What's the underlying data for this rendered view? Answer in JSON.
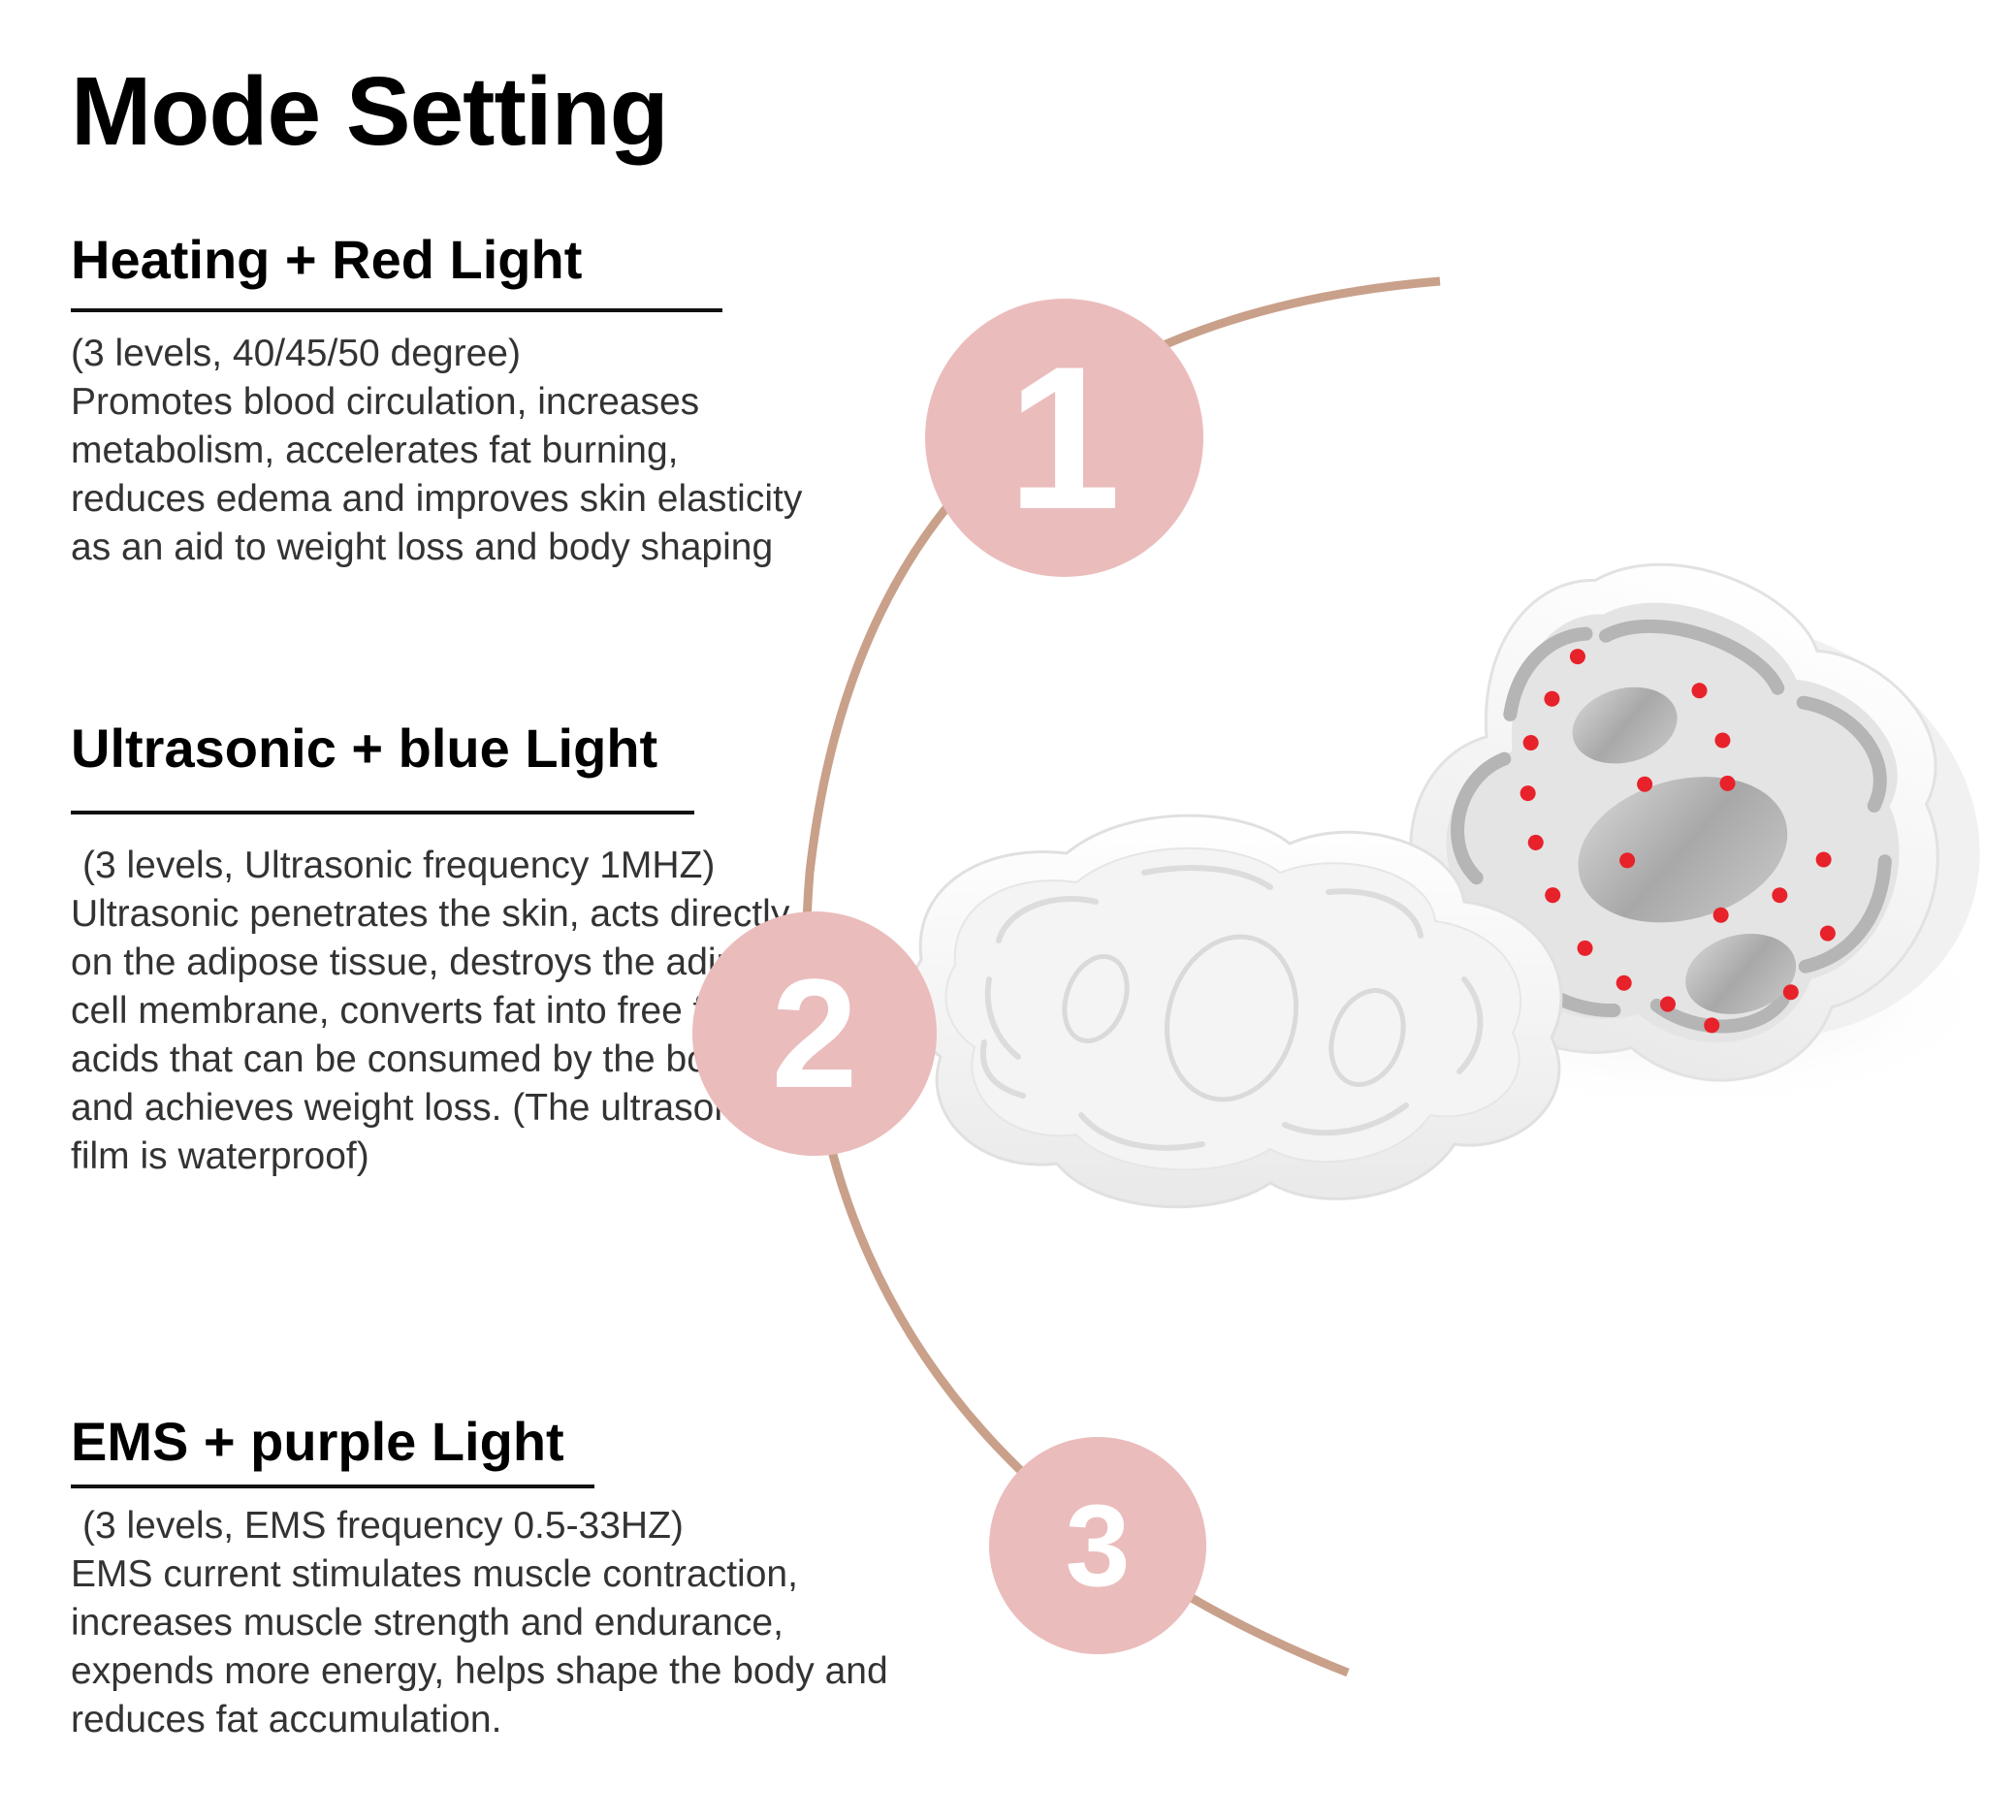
{
  "title": "Mode Setting",
  "modes": [
    {
      "number": "1",
      "heading": "Heating + Red Light",
      "levels": "(3 levels, 40/45/50 degree)",
      "description": "Promotes blood circulation, increases metabolism, accelerates fat burning, reduces edema and improves skin elasticity as an aid to weight loss and body shaping"
    },
    {
      "number": "2",
      "heading": "Ultrasonic + blue Light",
      "levels": "(3 levels, Ultrasonic frequency 1MHZ)",
      "description": "Ultrasonic penetrates the skin, acts directly on the adipose tissue, destroys the adipose cell membrane, converts fat into free fatty acids that can be consumed by the body, and achieves weight loss. (The ultrasonic film is waterproof)"
    },
    {
      "number": "3",
      "heading": "EMS + purple Light",
      "levels": "(3 levels, EMS frequency 0.5-33HZ)",
      "description": "EMS current stimulates muscle contraction, increases muscle strength and endurance, expends more energy, helps shape the body and reduces fat accumulation."
    }
  ],
  "colors": {
    "badge": "#ebbcbc",
    "arc": "#c9a08a",
    "led_red": "#e8222a",
    "device_white": "#f7f7f7"
  },
  "image": {
    "subject": "two white cloud-shaped body sculpting device pads, one showing electrode plates with red LED lights"
  }
}
